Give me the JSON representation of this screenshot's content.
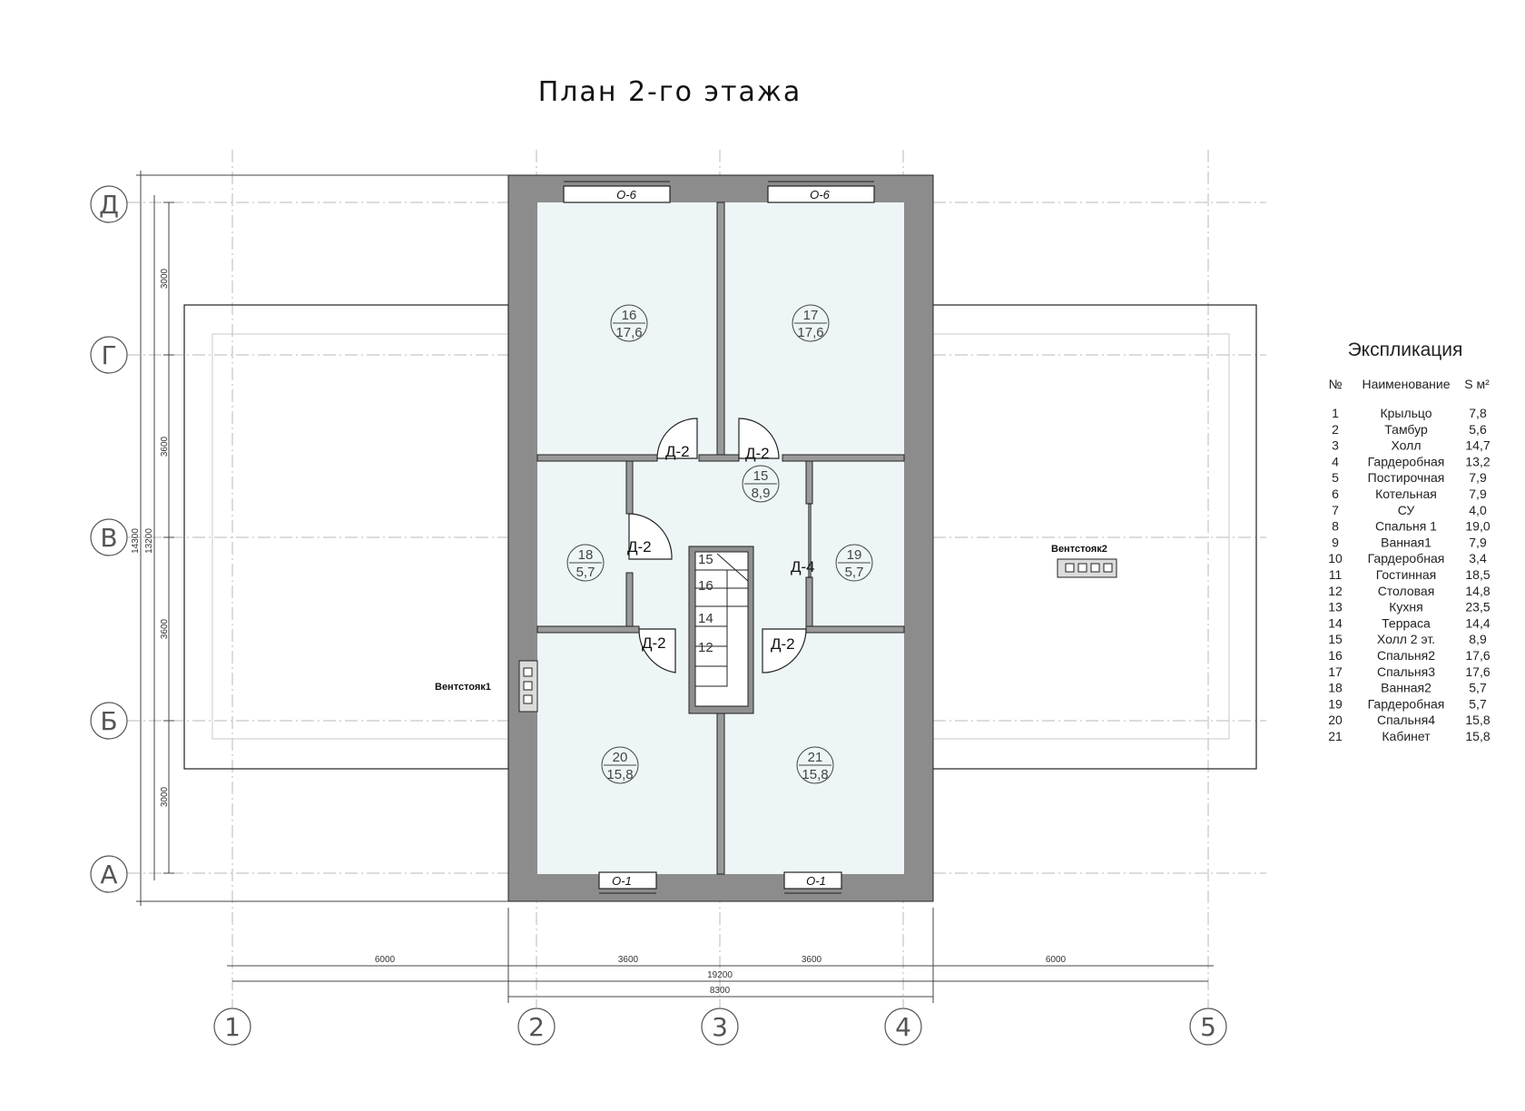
{
  "title": "План 2-го этажа",
  "axes": {
    "vertical": [
      "1",
      "2",
      "3",
      "4",
      "5"
    ],
    "horizontal": [
      "Д",
      "Г",
      "В",
      "Б",
      "А"
    ]
  },
  "dimensions": {
    "bottom_segments": [
      "6000",
      "3600",
      "3600",
      "6000"
    ],
    "total_overall": "19200",
    "total_house": "8300",
    "left_segments": [
      "3000",
      "3600",
      "3600",
      "3000"
    ],
    "left_total_outer": "14300",
    "left_total_inner": "13200"
  },
  "windows": {
    "top": [
      "О-6",
      "О-6"
    ],
    "bottom": [
      "О-1",
      "О-1"
    ]
  },
  "doors": [
    "Д-2",
    "Д-2",
    "Д-2",
    "Д-4",
    "Д-2",
    "Д-2"
  ],
  "rooms": [
    {
      "num": "16",
      "area": "17,6"
    },
    {
      "num": "17",
      "area": "17,6"
    },
    {
      "num": "15",
      "area": "8,9"
    },
    {
      "num": "18",
      "area": "5,7"
    },
    {
      "num": "19",
      "area": "5,7"
    },
    {
      "num": "20",
      "area": "15,8"
    },
    {
      "num": "21",
      "area": "15,8"
    }
  ],
  "stairs": [
    "15",
    "16",
    "14",
    "12"
  ],
  "vents": [
    "Вентстояк1",
    "Вентстояк2"
  ],
  "explication": {
    "title": "Экспликация",
    "headers": {
      "num": "№",
      "name": "Наименование",
      "area": "S м²"
    },
    "rows": [
      {
        "n": "1",
        "name": "Крыльцо",
        "s": "7,8"
      },
      {
        "n": "2",
        "name": "Тамбур",
        "s": "5,6"
      },
      {
        "n": "3",
        "name": "Холл",
        "s": "14,7"
      },
      {
        "n": "4",
        "name": "Гардеробная",
        "s": "13,2"
      },
      {
        "n": "5",
        "name": "Постирочная",
        "s": "7,9"
      },
      {
        "n": "6",
        "name": "Котельная",
        "s": "7,9"
      },
      {
        "n": "7",
        "name": "СУ",
        "s": "4,0"
      },
      {
        "n": "8",
        "name": "Спальня 1",
        "s": "19,0"
      },
      {
        "n": "9",
        "name": "Ванная1",
        "s": "7,9"
      },
      {
        "n": "10",
        "name": "Гардеробная",
        "s": "3,4"
      },
      {
        "n": "11",
        "name": "Гостинная",
        "s": "18,5"
      },
      {
        "n": "12",
        "name": "Столовая",
        "s": "14,8"
      },
      {
        "n": "13",
        "name": "Кухня",
        "s": "23,5"
      },
      {
        "n": "14",
        "name": "Терраса",
        "s": "14,4"
      },
      {
        "n": "15",
        "name": "Холл 2 эт.",
        "s": "8,9"
      },
      {
        "n": "16",
        "name": "Спальня2",
        "s": "17,6"
      },
      {
        "n": "17",
        "name": "Спальня3",
        "s": "17,6"
      },
      {
        "n": "18",
        "name": "Ванная2",
        "s": "5,7"
      },
      {
        "n": "19",
        "name": "Гардеробная",
        "s": "5,7"
      },
      {
        "n": "20",
        "name": "Спальня4",
        "s": "15,8"
      },
      {
        "n": "21",
        "name": "Кабинет",
        "s": "15,8"
      }
    ]
  }
}
